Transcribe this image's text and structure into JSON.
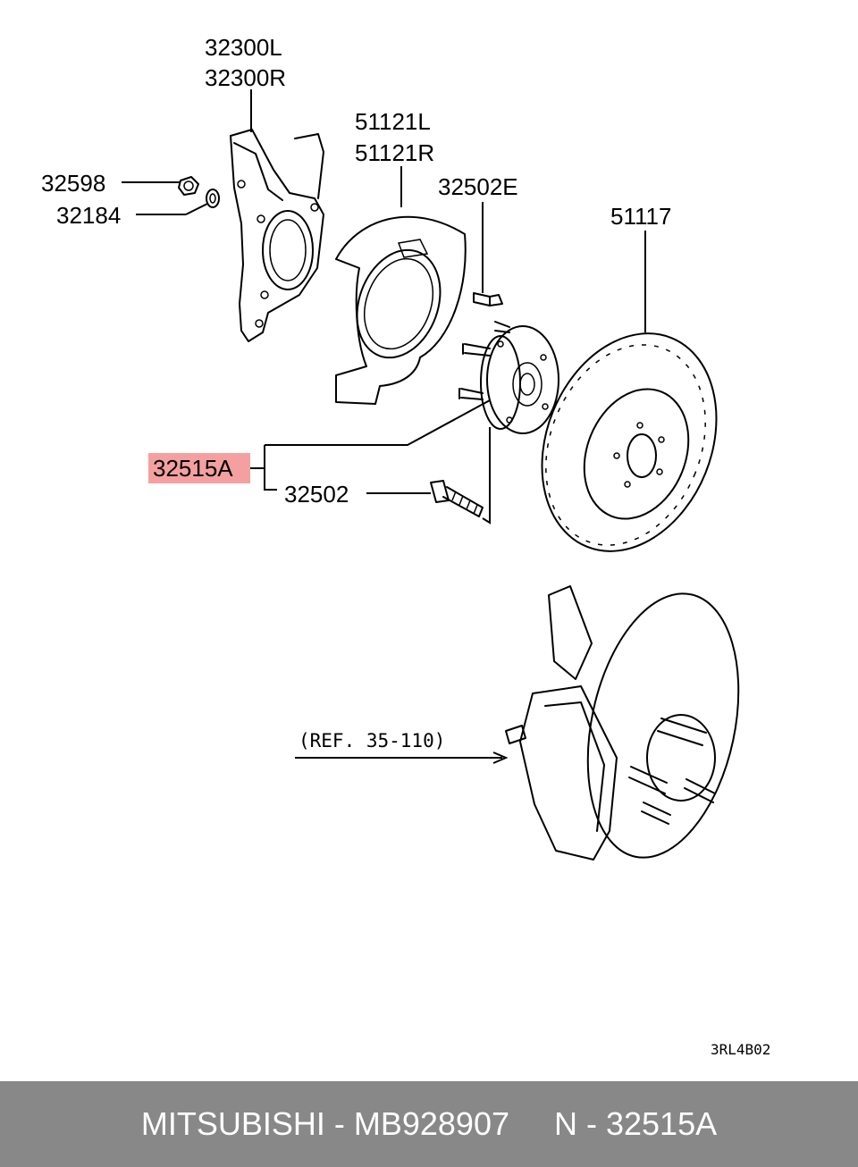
{
  "labels": {
    "knuckle_left": "32300L",
    "knuckle_right": "32300R",
    "nut": "32598",
    "washer": "32184",
    "dust_cover_left": "51121L",
    "dust_cover_right": "51121R",
    "hub_screw": "32502E",
    "brake_disc": "51117",
    "hub_assembly": "32515A",
    "hub_bolt": "32502",
    "reference": "(REF. 35-110)",
    "diagram_code": "3RL4B02"
  },
  "footer": {
    "text": "MITSUBISHI - MB928907     N - 32515A"
  },
  "colors": {
    "highlight": "#f4a0a0",
    "footer_bg": "#888888",
    "footer_text": "#ffffff"
  }
}
